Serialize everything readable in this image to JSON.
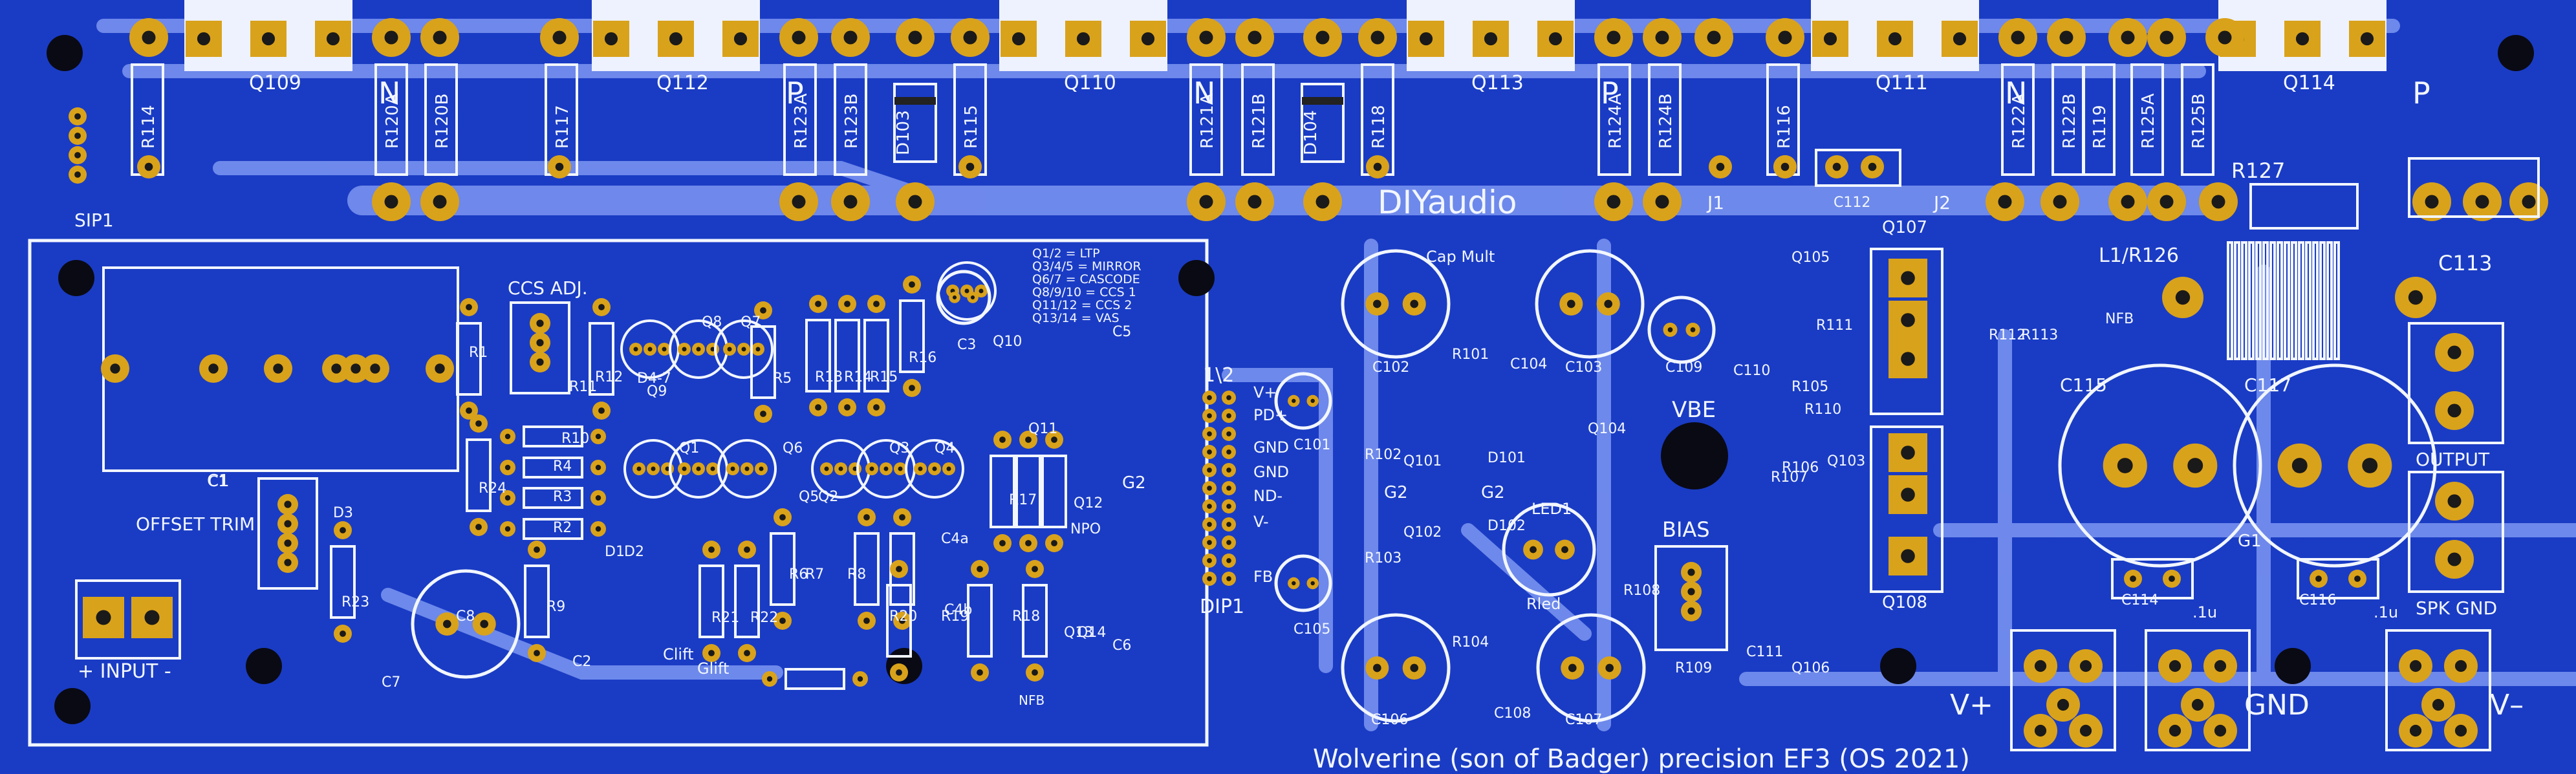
{
  "board": {
    "title": "Wolverine (son of Badger) precision EF3 (OS 2021)",
    "logo": "DIYaudio",
    "colors": {
      "substrate": "#1a3cc4",
      "trace": "#6f8bf0",
      "pad": "#d9a21b",
      "silk": "#f2f6ff",
      "hole": "#0a0a14"
    }
  },
  "notes": [
    "Q1/2 = LTP",
    "Q3/4/5 = MIRROR",
    "Q6/7 = CASCODE",
    "Q8/9/10 = CCS 1",
    "Q11/12 = CCS 2",
    "Q13/14 = VAS"
  ],
  "output_stage": [
    {
      "ref": "Q109",
      "ch": "N"
    },
    {
      "ref": "Q112",
      "ch": "P"
    },
    {
      "ref": "Q110",
      "ch": "N"
    },
    {
      "ref": "Q113",
      "ch": "P"
    },
    {
      "ref": "Q111",
      "ch": "N"
    },
    {
      "ref": "Q114",
      "ch": "P"
    }
  ],
  "labels": {
    "sip": "SIP1",
    "dip": "DIP1",
    "dip_header": "1\\2",
    "input": "+ INPUT -",
    "offset": "OFFSET TRIM",
    "ccs_adj": "CCS ADJ.",
    "cap_mult": "Cap Mult",
    "vbe": "VBE",
    "bias": "BIAS",
    "nfb": "NFB",
    "output": "OUTPUT",
    "spk_gnd": "SPK GND",
    "vplus": "V+",
    "gnd": "GND",
    "vminus": "V–",
    "l1": "L1/R126",
    "r127": "R127",
    "j1": "J1",
    "j2": "J2",
    "c113": "C113",
    "c117": "C117",
    "c115": "C115",
    "pd": "PD+",
    "vp": "V+",
    "vm": "V-",
    "nd": "ND-",
    "gnd1": "GND",
    "gnd2": "GND",
    "fb": "FB",
    "g1": "G1",
    "g2": "G2",
    "uf": ".1u",
    "clift": "Clift",
    "glift": "Glift",
    "rled": "Rled",
    "led1": "LED1"
  },
  "resistors_top": [
    "R114",
    "R120A",
    "R120B",
    "R117",
    "R123A",
    "R123B",
    "R115",
    "R121A",
    "R121B",
    "R118",
    "R124A",
    "R124B",
    "R116",
    "R122A",
    "R122B",
    "R119",
    "R125A",
    "R125B"
  ],
  "diodes_top": [
    "D103",
    "D104"
  ],
  "parts": [
    "R1",
    "R2",
    "R3",
    "R4",
    "R5",
    "R6",
    "R7",
    "R8",
    "R9",
    "R10",
    "R11",
    "R12",
    "R13",
    "R14",
    "R15",
    "R16",
    "R17",
    "R18",
    "R19",
    "R20",
    "R21",
    "R22",
    "R23",
    "R24",
    "C1",
    "C2",
    "C3",
    "C4a",
    "C4b",
    "C5",
    "C6",
    "C7",
    "C8",
    "NPO",
    "D1",
    "D2",
    "D3",
    "D4-7",
    "Q1",
    "Q2",
    "Q3",
    "Q4",
    "Q5",
    "Q6",
    "Q7",
    "Q8",
    "Q9",
    "Q10",
    "Q11",
    "Q12",
    "Q13",
    "Q14",
    "C101",
    "C102",
    "C103",
    "C104",
    "C105",
    "C106",
    "C107",
    "C108",
    "C109",
    "C110",
    "C111",
    "C112",
    "C114",
    "C116",
    "R101",
    "R102",
    "R103",
    "R104",
    "R105",
    "R106",
    "R107",
    "R108",
    "R109",
    "R110",
    "R111",
    "R112",
    "R113",
    "D101",
    "D102",
    "Q101",
    "Q102",
    "Q103",
    "Q104",
    "Q105",
    "Q106",
    "Q107",
    "Q108"
  ]
}
